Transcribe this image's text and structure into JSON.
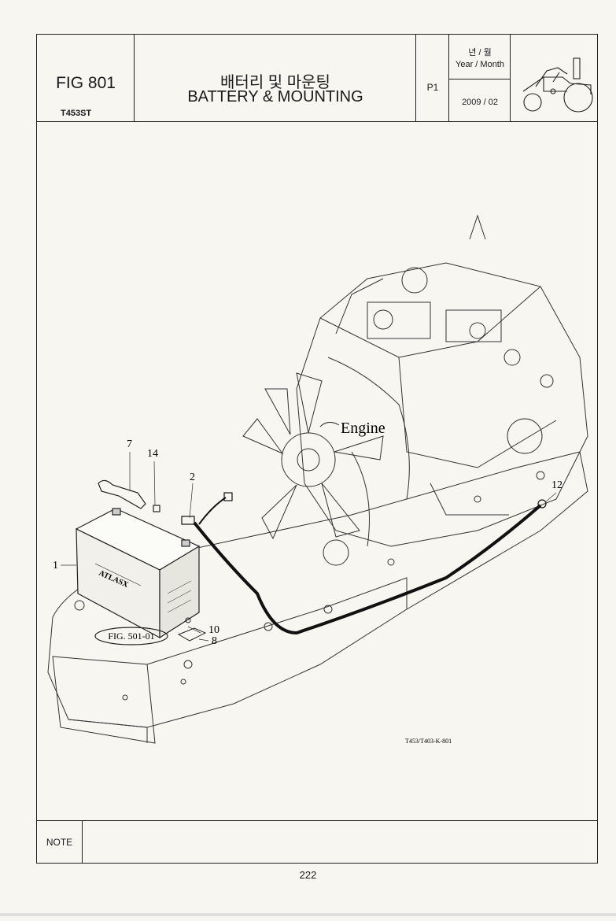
{
  "header": {
    "fig_number": "FIG 801",
    "model": "T453ST",
    "title_korean": "배터리 및 마운팅",
    "title_english": "BATTERY & MOUNTING",
    "page_label": "P1",
    "year_month_korean": "년 / 월",
    "year_month_english": "Year / Month",
    "year_month_value": "2009 / 02"
  },
  "diagram": {
    "engine_label": "Engine",
    "fig_reference": "FIG. 501-01",
    "drawing_code": "T453/T403-K-801",
    "battery_brand": "ATLASX",
    "callouts": [
      "1",
      "2",
      "7",
      "8",
      "10",
      "12",
      "14"
    ]
  },
  "footer": {
    "note_label": "NOTE",
    "note_text": "",
    "page_number": "222"
  }
}
